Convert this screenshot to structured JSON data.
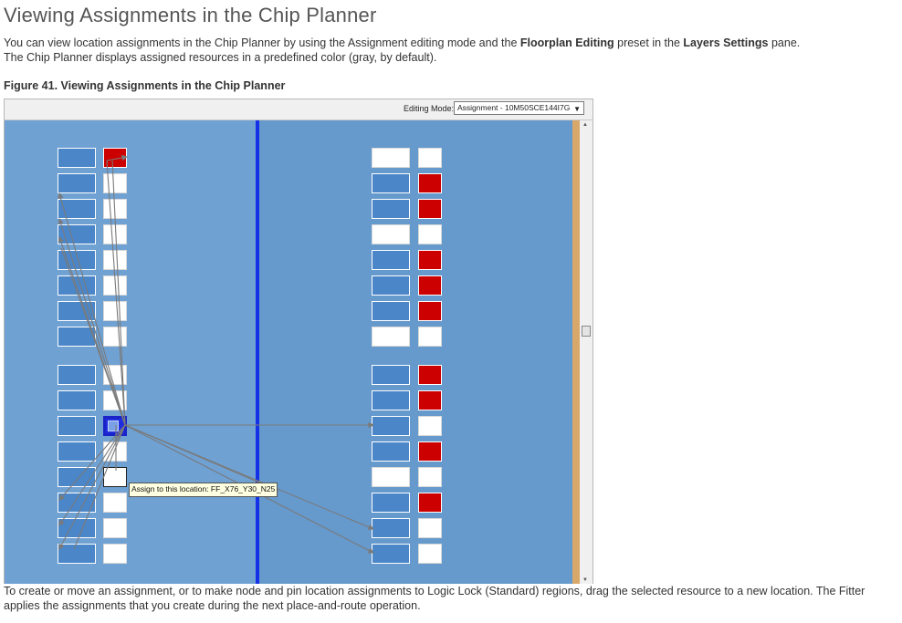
{
  "title": "Viewing Assignments in the Chip Planner",
  "intro": {
    "line1_a": "You can view location assignments in the Chip Planner by using the Assignment editing mode and the ",
    "line1_b": "Floorplan Editing",
    "line1_c": " preset in the ",
    "line1_d": "Layers Settings",
    "line1_e": " pane.",
    "line2": "The Chip Planner displays assigned resources in a predefined color (gray, by default)."
  },
  "figure": {
    "caption": "Figure 41. Viewing Assignments in the Chip Planner",
    "editing_mode_label": "Editing Mode:",
    "editing_mode_value": "Assignment - 10M50SCE144I7G",
    "tooltip": "Assign to this location: FF_X76_Y30_N25"
  },
  "colors": {
    "assigned": "#cc0000",
    "resource": "#4a86c8",
    "selected": "#1f2ee0",
    "divider": "#1531e8"
  },
  "footer": {
    "line1": "To create or move an assignment, or to make node and pin location assignments to Logic Lock (Standard) regions, drag the selected resource to a new location. The Fitter",
    "line2": "applies the assignments that you create during the next place-and-route operation."
  }
}
